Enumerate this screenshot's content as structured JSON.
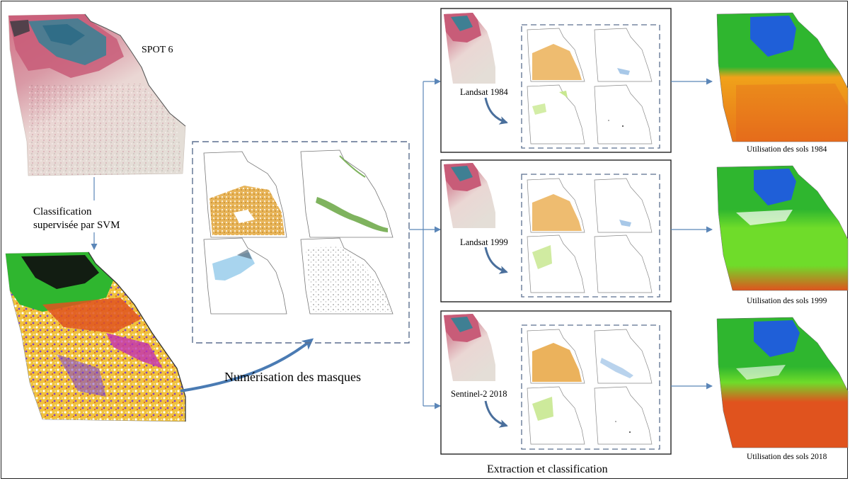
{
  "source": {
    "title": "SPOT 6",
    "classification_label_line1": "Classification",
    "classification_label_line2": "supervisée par SVM"
  },
  "digitization": {
    "label": "Numérisation des masques"
  },
  "extraction": {
    "label": "Extraction et classification"
  },
  "rows": [
    {
      "sensor": "Landsat 1984",
      "output": "Utilisation des sols 1984"
    },
    {
      "sensor": "Landsat 1999",
      "output": "Utilisation des sols 1999"
    },
    {
      "sensor": "Sentinel-2 2018",
      "output": "Utilisation des sols 2018"
    }
  ],
  "colors": {
    "arrow": "#5b86b8",
    "dashed_box": "#5b6f8f",
    "cropland_mask": "#e8b55a",
    "riparian_mask": "#7fb35e",
    "water_mask": "#a8d4ee",
    "lu_green": "#2fb62f",
    "lu_light_green": "#6fdc2a",
    "lu_blue": "#1f5fd8",
    "lu_orange": "#f0a21a",
    "lu_red": "#e0531e",
    "spot_red": "#c9677a",
    "spot_teal": "#3f7f93"
  }
}
